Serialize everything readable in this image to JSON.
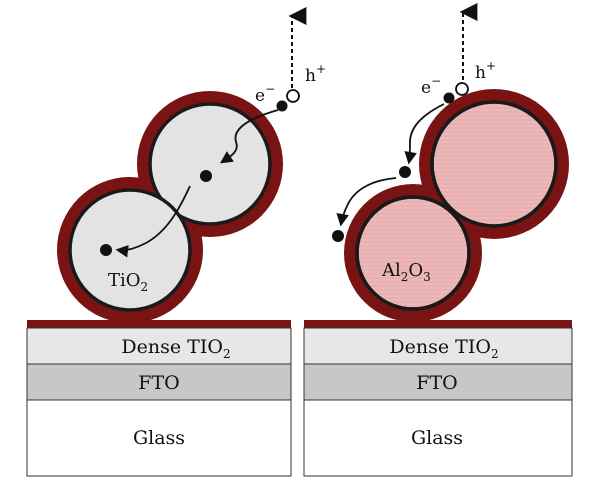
{
  "colors": {
    "coating": "#7a1414",
    "tio2_fill": "#e3e3e3",
    "al2o3_fill": "#ecb8b8",
    "dense_layer": "#e7e7e7",
    "fto_layer": "#c7c7c7",
    "glass_layer": "#ffffff",
    "outline": "#1a1a1a"
  },
  "left_panel": {
    "particle_label_main": "TiO",
    "particle_label_sub": "2",
    "electron_label": "e",
    "electron_sup": "−",
    "hole_label": "h",
    "hole_sup": "+",
    "layers": {
      "dense_main": "Dense TIO",
      "dense_sub": "2",
      "fto": "FTO",
      "glass": "Glass"
    }
  },
  "right_panel": {
    "particle_label_al": "Al",
    "particle_label_sub1": "2",
    "particle_label_o": "O",
    "particle_label_sub2": "3",
    "electron_label": "e",
    "electron_sup": "−",
    "hole_label": "h",
    "hole_sup": "+",
    "layers": {
      "dense_main": "Dense TIO",
      "dense_sub": "2",
      "fto": "FTO",
      "glass": "Glass"
    }
  }
}
